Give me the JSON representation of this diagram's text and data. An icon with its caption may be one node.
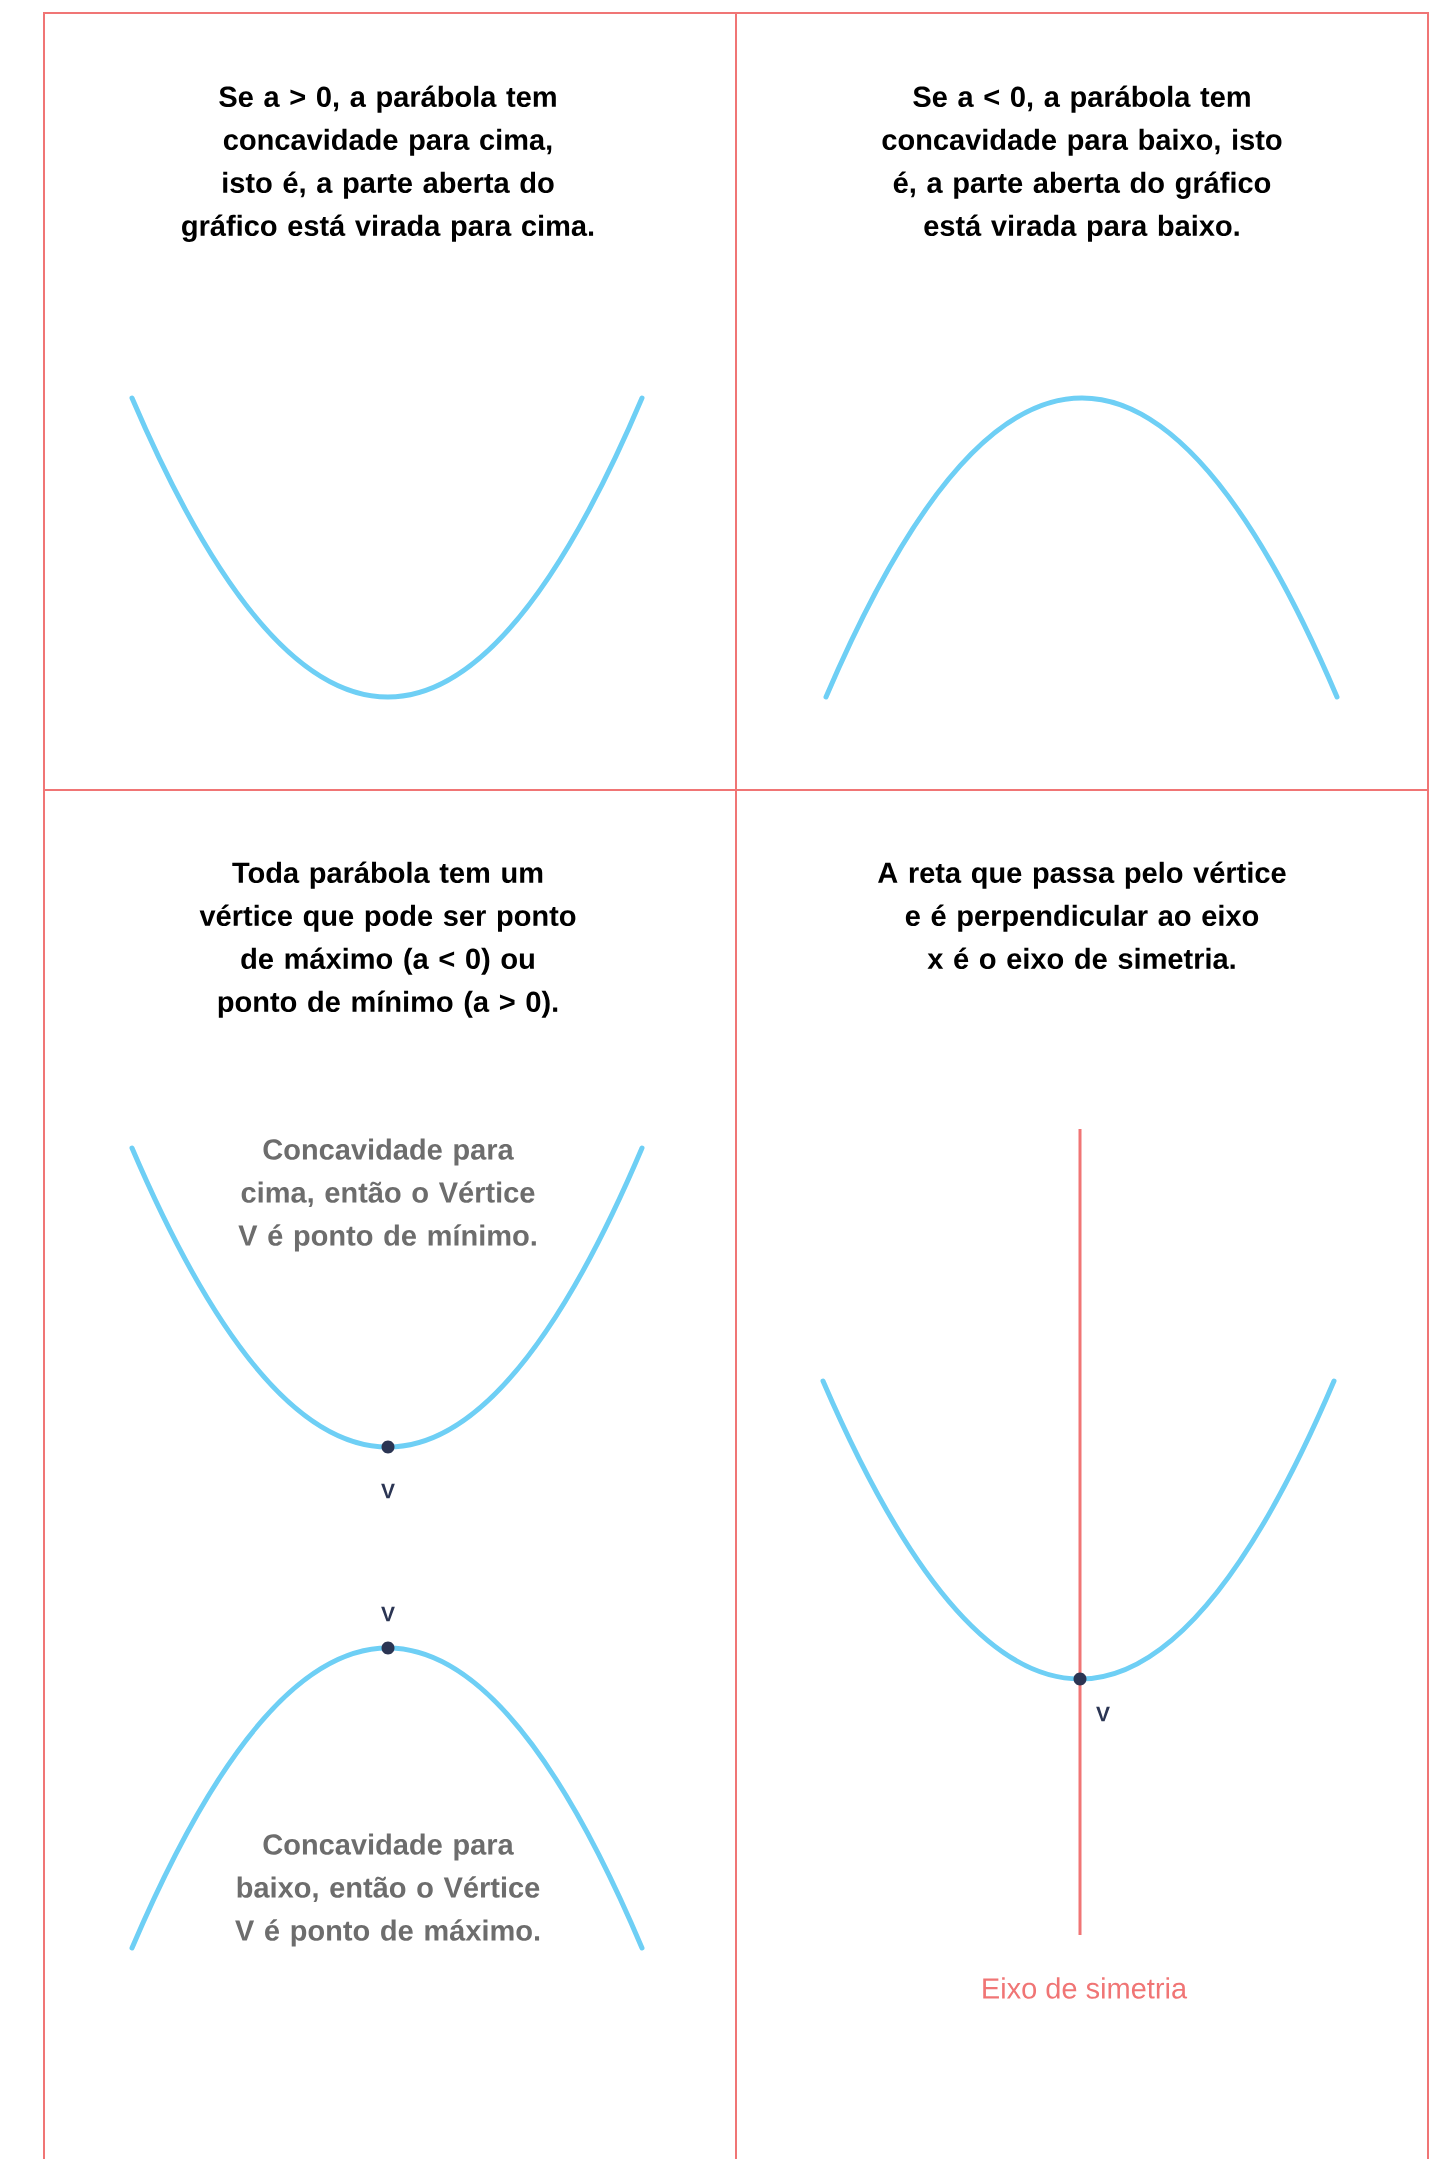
{
  "diagram": {
    "nodes": [
      {
        "text": [
          "Se a > 0, a parábola tem concavidade para cima, isto é, a parte aberta do gráfico está virada para cima."
        ]
      },
      {
        "text": [
          "Se a < 0, a parábola tem concavidade para baixo, isto é, a parte aberta do gráfico está virada para baixo."
        ]
      },
      {
        "text": [
          "Toda parábola tem um vértice que pode ser ponto de máximo (a < 0) ou ponto de mínimo (a > 0)."
        ]
      },
      {
        "text": [
          "A reta que passa pelo vértice e é perpendicular ao eixo x é o eixo de simetria."
        ]
      }
    ],
    "labels": [
      "Concavidade para cima, então o Vértice V é ponto de mínimo.",
      "V",
      "V",
      "Concavidade para baixo, então o Vértice V é ponto de máximo.",
      "V",
      "Eixo de simetria"
    ]
  }
}
